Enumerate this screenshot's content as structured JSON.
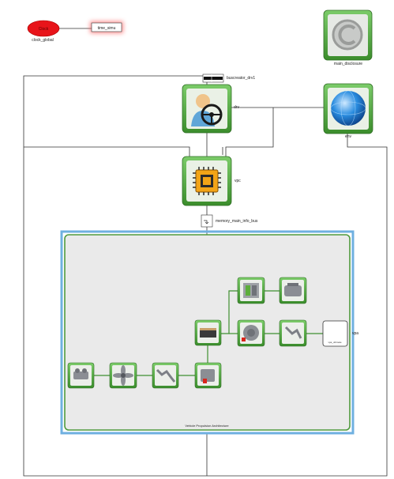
{
  "labels": {
    "clock_global": "clock_global",
    "clock_block": "Clock",
    "time_simu": "time_simu",
    "main_disclosure": "main_disclosure",
    "bus_creator": "buscreator_drv1",
    "drv": "drv",
    "env": "env",
    "vpc": "vpc",
    "memory_bus": "memory_main_info_bus",
    "subsystem_caption": "Vehicle Propulsion Architecture",
    "vpa": "vpa",
    "vpa_block": "vpa_ultimate"
  },
  "colors": {
    "accent_green": "#4caf3a",
    "subsystem_border": "#6fb0e0",
    "subsystem_fill": "#eaeaea",
    "clock_red": "#e8141a",
    "time_glow": "#ff6060"
  },
  "icons": {
    "disclosure": "copyright-icon",
    "drv": "driver-steering-wheel-icon",
    "env": "globe-icon",
    "vpc": "chip-icon",
    "bus": "bus-selector-icon",
    "c1": "gearbox-icon",
    "c2": "fan-icon",
    "c3": "crankshaft-icon",
    "c4": "engine-icon",
    "c5": "battery-icon",
    "c6": "converter-icon",
    "c7": "motor-icon",
    "c8": "generator-icon",
    "c9": "shaft-icon",
    "c10": "vpa-subsystem-icon"
  }
}
